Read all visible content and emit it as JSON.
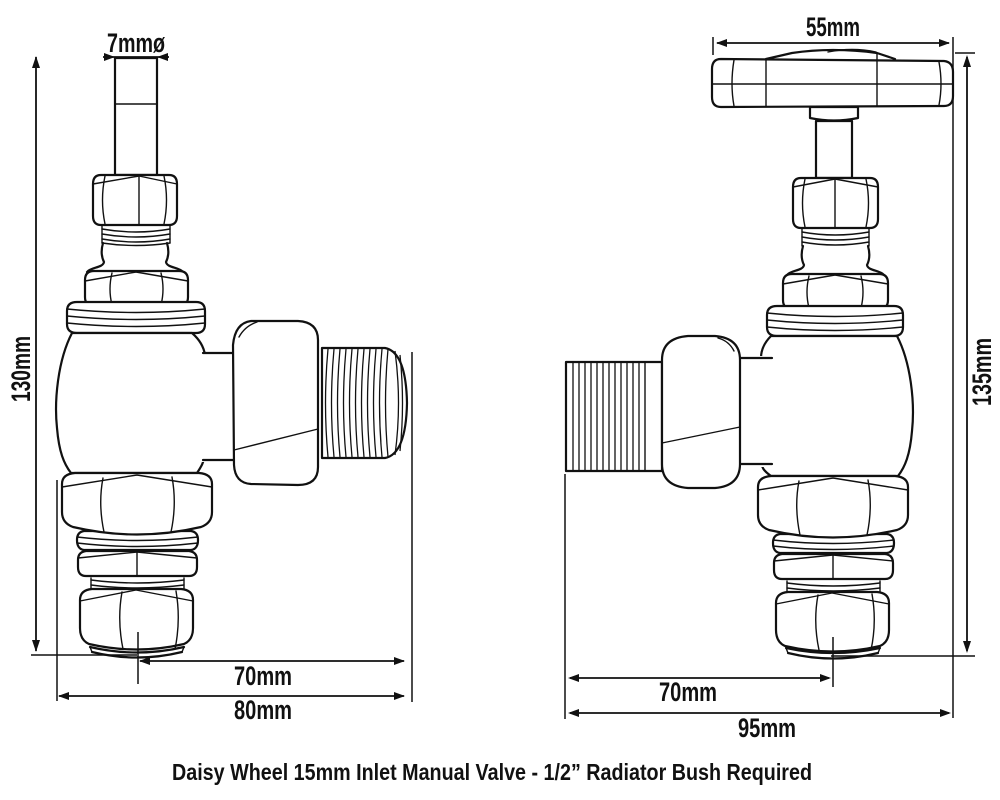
{
  "diagram": {
    "caption": "Daisy Wheel 15mm Inlet Manual Valve - 1/2” Radiator Bush Required",
    "line_color": "#111111",
    "background_color": "#ffffff",
    "left_valve": {
      "description": "manual radiator valve side view, spindle without handle, outlet to right",
      "labels": {
        "spindle_diameter": "7mmø",
        "overall_height": "130mm",
        "centre_to_inlet": "70mm",
        "overall_width": "80mm"
      }
    },
    "right_valve": {
      "description": "manual radiator valve with tee handle, outlet to left",
      "labels": {
        "handle_width": "55mm",
        "overall_height": "135mm",
        "centre_to_inlet": "70mm",
        "overall_width": "95mm"
      }
    }
  }
}
